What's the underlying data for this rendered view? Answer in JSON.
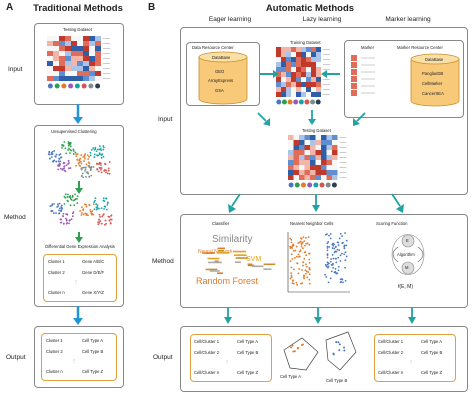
{
  "panel_a": {
    "letter": "A",
    "title": "Traditional Methods",
    "testing_dataset": "Testing Dataset",
    "clustering": "Unsupervised Clustering",
    "dge": "Differential Gene Expression Analysis",
    "cluster_genes": [
      {
        "cluster": "Cluster 1",
        "genes": "Gene A/B/C"
      },
      {
        "cluster": "Cluster 2",
        "genes": "Gene D/E/F"
      },
      {
        "cluster": "Cluster n",
        "genes": "Gene X/Y/Z"
      }
    ],
    "output_rows": [
      {
        "cluster": "Cluster 1",
        "type": "Cell Type A"
      },
      {
        "cluster": "Cluster 2",
        "type": "Cell Type B"
      },
      {
        "cluster": "Cluster n",
        "type": "Cell Type Z"
      }
    ]
  },
  "panel_b": {
    "letter": "B",
    "title": "Automatic Methods",
    "columns": [
      "Eager learning",
      "Lazy learning",
      "Marker learning"
    ],
    "data_resource_center": "Data Resource Center",
    "drc_items": [
      "DataBase",
      "GEO",
      "ArrayExpress",
      "GSA"
    ],
    "training_dataset": "Training Dataset",
    "marker": "Marker",
    "marker_resource_center": "Marker Resource Center",
    "mrc_items": [
      "DataBase",
      "PanglaoDB",
      "CellMarker",
      "CancerSEA"
    ],
    "testing_dataset": "Testing Dataset",
    "classifier": "Classifier",
    "nearest_neighbor": "Nearest Neighbor Cells",
    "scoring_function": "Scoring Function",
    "scoring_nodes": [
      "E",
      "Algorithm",
      "M"
    ],
    "scoring_formula": "f(E, M)",
    "wordcloud": [
      "Similarity",
      "Neural Network",
      "Random Forest",
      "SVM"
    ],
    "output_left": [
      {
        "cluster": "Cell/Cluster 1",
        "type": "Cell Type A"
      },
      {
        "cluster": "Cell/Cluster 2",
        "type": "Cell Type B"
      },
      {
        "cluster": "Cell/Cluster n",
        "type": "Cell Type Z"
      }
    ],
    "output_mid": [
      "Cell Type A",
      "Cell Type B"
    ],
    "output_right": [
      {
        "cluster": "Cell/Cluster 1",
        "type": "Cell Type A"
      },
      {
        "cluster": "Cell/Cluster 2",
        "type": "Cell Type B"
      },
      {
        "cluster": "Cell/Cluster n",
        "type": "Cell Type Z"
      }
    ]
  },
  "row_labels": {
    "input_a": "Input",
    "method_a": "Method",
    "output_a": "Output",
    "input_b": "Input",
    "method_b": "Method",
    "output_b": "Output"
  },
  "colors": {
    "arrow": "#1fa3a3",
    "down_arrow": "#2196d6",
    "orange": "#e0a040",
    "heat_red": "#d9534f",
    "heat_blue": "#4a78c0"
  }
}
